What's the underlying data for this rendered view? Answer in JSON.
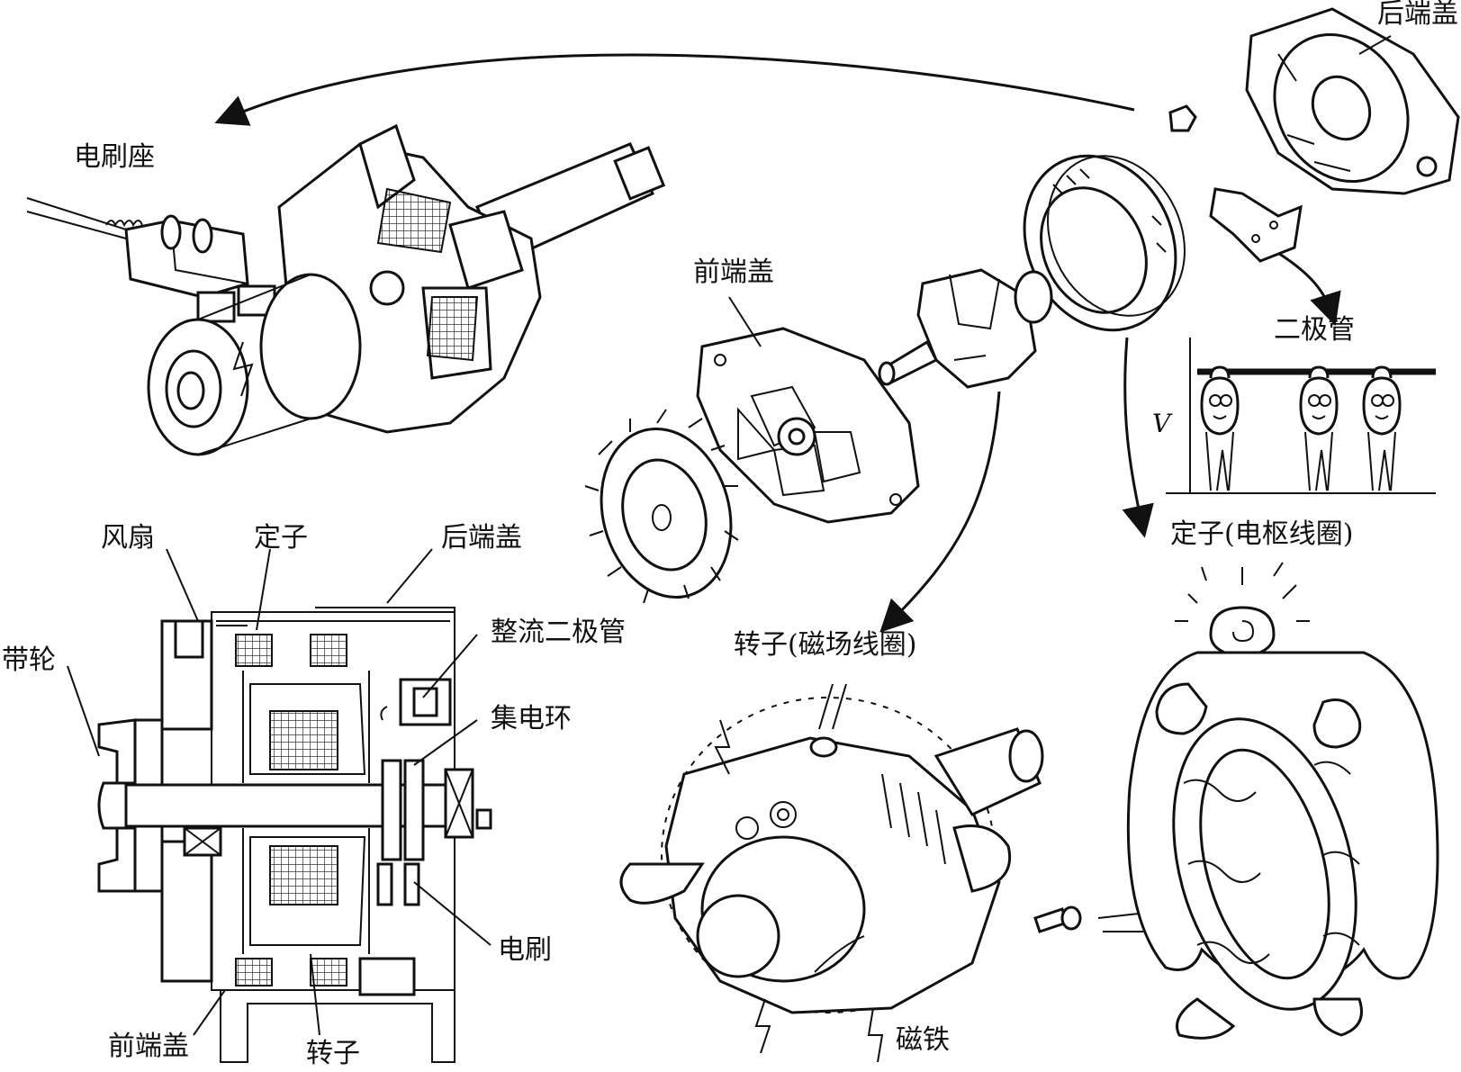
{
  "labels": {
    "rear_cover_top": "后端盖",
    "brush_holder": "电刷座",
    "front_cover_mid": "前端盖",
    "diode": "二极管",
    "voltage": "V",
    "stator_armature": "定子(电枢线圈)",
    "rotor_field": "转子(磁场线圈)",
    "magnet": "磁铁",
    "fan": "风扇",
    "stator": "定子",
    "rear_cover_section": "后端盖",
    "pulley": "带轮",
    "rectifier_diode": "整流二极管",
    "slip_ring": "集电环",
    "brush": "电刷",
    "front_cover_section": "前端盖",
    "rotor": "转子"
  }
}
